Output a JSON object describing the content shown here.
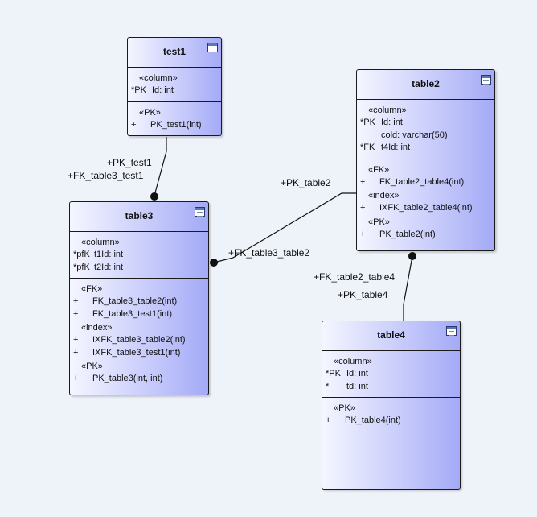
{
  "entities": {
    "test1": {
      "title": "test1",
      "col_stereo": "«column»",
      "col1_sym": "*PK",
      "col1_text": "Id: int",
      "pk_stereo": "«PK»",
      "pk1_sym": "+",
      "pk1_text": "PK_test1(int)"
    },
    "table2": {
      "title": "table2",
      "col_stereo": "«column»",
      "col1_sym": "*PK",
      "col1_text": "Id: int",
      "col2_sym": "",
      "col2_text": "cold: varchar(50)",
      "col3_sym": "*FK",
      "col3_text": "t4Id: int",
      "fk_stereo": "«FK»",
      "fk1_sym": "+",
      "fk1_text": "FK_table2_table4(int)",
      "idx_stereo": "«index»",
      "idx1_sym": "+",
      "idx1_text": "IXFK_table2_table4(int)",
      "pk_stereo": "«PK»",
      "pk1_sym": "+",
      "pk1_text": "PK_table2(int)"
    },
    "table3": {
      "title": "table3",
      "col_stereo": "«column»",
      "col1_sym": "*pfK",
      "col1_text": "t1Id: int",
      "col2_sym": "*pfK",
      "col2_text": "t2Id: int",
      "fk_stereo": "«FK»",
      "fk1_sym": "+",
      "fk1_text": "FK_table3_table2(int)",
      "fk2_sym": "+",
      "fk2_text": "FK_table3_test1(int)",
      "idx_stereo": "«index»",
      "idx1_sym": "+",
      "idx1_text": "IXFK_table3_table2(int)",
      "idx2_sym": "+",
      "idx2_text": "IXFK_table3_test1(int)",
      "pk_stereo": "«PK»",
      "pk1_sym": "+",
      "pk1_text": "PK_table3(int, int)"
    },
    "table4": {
      "title": "table4",
      "col_stereo": "«column»",
      "col1_sym": "*PK",
      "col1_text": "Id: int",
      "col2_sym": "*",
      "col2_text": "td: int",
      "pk_stereo": "«PK»",
      "pk1_sym": "+",
      "pk1_text": "PK_table4(int)"
    }
  },
  "labels": {
    "pk_test1": "+PK_test1",
    "fk_table3_test1": "+FK_table3_test1",
    "pk_table2": "+PK_table2",
    "fk_table3_table2": "+FK_table3_table2",
    "fk_table2_table4": "+FK_table2_table4",
    "pk_table4": "+PK_table4"
  },
  "colors": {
    "background": "#eef2f9",
    "entity_fill_light": "#f5f6ff",
    "entity_fill_dark": "#a4aaf6",
    "line": "#111111"
  }
}
